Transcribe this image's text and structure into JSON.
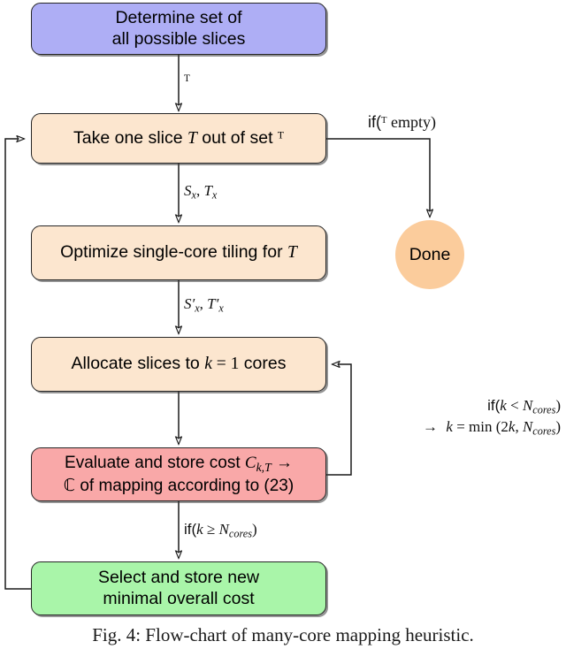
{
  "figure": {
    "caption": "Fig. 4: Flow-chart of many-core mapping heuristic.",
    "colors": {
      "start_fill": "#aeaef5",
      "process_fill": "#fce6cf",
      "terminator_fill": "#fbcc9c",
      "cost_fill": "#f9a8a8",
      "result_fill": "#a9f5a9",
      "stroke": "#262626",
      "text": "#000000"
    }
  },
  "nodes": {
    "determine": {
      "name": "determine-set-node",
      "line1": "Determine set of",
      "line2": "all possible slices",
      "fill": "#aeaef5"
    },
    "take_slice": {
      "name": "take-slice-node",
      "text_pre": "Take one slice ",
      "text_var": "T",
      "text_mid": " out of set ",
      "text_set": "ᵀ",
      "fill": "#fce6cf"
    },
    "optimize": {
      "name": "optimize-tiling-node",
      "text_pre": "Optimize single-core tiling for ",
      "text_var": "T",
      "fill": "#fce6cf"
    },
    "allocate": {
      "name": "allocate-slices-node",
      "text_pre": "Allocate slices to ",
      "text_var": "k",
      "text_eq": " = 1",
      "text_post": " cores",
      "fill": "#fce6cf"
    },
    "evaluate": {
      "name": "evaluate-cost-node",
      "line1_pre": "Evaluate and store cost ",
      "line1_var": "C",
      "line1_sub": "k,T",
      "line1_arrow": " →",
      "line2_set": "ℂ",
      "line2_text": " of mapping according to (23)",
      "fill": "#f9a8a8"
    },
    "select": {
      "name": "select-min-cost-node",
      "line1": "Select and store new",
      "line2": "minimal overall cost",
      "fill": "#a9f5a9"
    },
    "done": {
      "name": "done-terminator",
      "label": "Done",
      "fill": "#fbcc9c"
    }
  },
  "edges": {
    "set_label": "ᵀ",
    "sx_tx": {
      "s": "S",
      "s_sub": "x",
      "t": "T",
      "t_sub": "x"
    },
    "sx_tx_prime": {
      "s": "S′",
      "s_sub": "x",
      "t": "T′",
      "t_sub": "x"
    },
    "if_empty": {
      "pre": "if(",
      "set": "ᵀ",
      "post": " empty)"
    },
    "if_less": {
      "pre": "if(",
      "var": "k",
      "rel": " < ",
      "n": "N",
      "n_sub": "cores",
      "post": ")"
    },
    "k_update": {
      "arrow": "→",
      "lhs": "k",
      "eq": " = min (2",
      "k2": "k",
      "comma": ", ",
      "n": "N",
      "n_sub": "cores",
      "close": ")"
    },
    "if_geq": {
      "pre": "if(",
      "var": "k",
      "rel": " ≥ ",
      "n": "N",
      "n_sub": "cores",
      "post": ")"
    }
  }
}
